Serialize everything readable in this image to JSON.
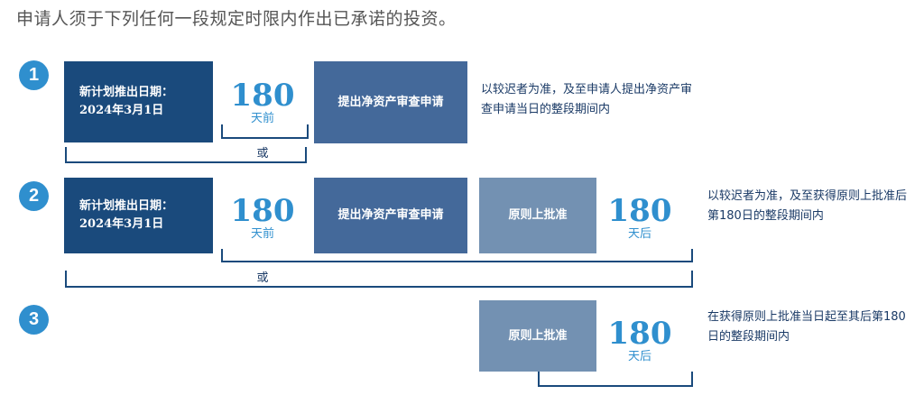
{
  "title": "申请人须于下列任何一段规定时限内作出已承诺的投资。",
  "steps": [
    {
      "number": "1",
      "launch_box": "新计划推出日期：\n2024年3月1日",
      "days": "180",
      "days_unit": "天前",
      "apply_box": "提出净资产审查申请",
      "note": "以较迟者为准，及至申请人提出净资产审查申请当日的整段期间内",
      "or_label": "或"
    },
    {
      "number": "2",
      "launch_box": "新计划推出日期：\n2024年3月1日",
      "days": "180",
      "days_unit": "天前",
      "apply_box": "提出净资产审查申请",
      "approval_box": "原则上批准",
      "days_after": "180",
      "days_after_unit": "天后",
      "note": "以较迟者为准，及至获得原则上批准后第180日的整段期间内",
      "or_label": "或"
    },
    {
      "number": "3",
      "approval_box": "原则上批准",
      "days_after": "180",
      "days_after_unit": "天后",
      "note": "在获得原则上批准当日起至其后第180日的整段期间内"
    }
  ],
  "colors": {
    "circle": "#2f8fce",
    "dark_box": "#1a4a7c",
    "mid_box": "#44699a",
    "light_box": "#7391b2",
    "accent_number": "#2f8fce",
    "bracket": "#1a4a7c"
  }
}
